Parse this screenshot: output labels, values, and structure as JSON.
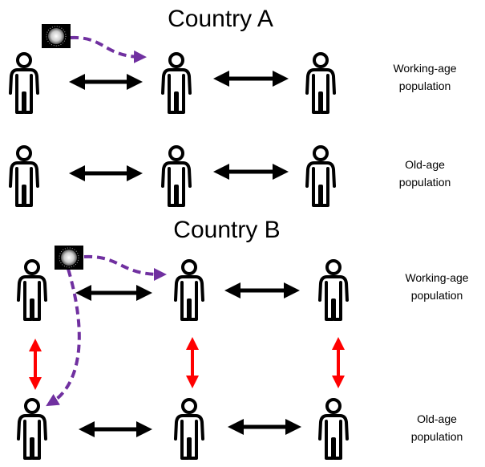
{
  "countries": [
    {
      "title": "Country A",
      "rows": [
        "Working-age population",
        "Old-age population"
      ]
    },
    {
      "title": "Country B",
      "rows": [
        "Working-age population",
        "Old-age population"
      ]
    }
  ],
  "labels": {
    "a_work_1": "Working-age",
    "a_work_2": "population",
    "a_old_1": "Old-age",
    "a_old_2": "population",
    "b_work_1": "Working-age",
    "b_work_2": "population",
    "b_old_1": "Old-age",
    "b_old_2": "population"
  },
  "colors": {
    "contact": "#000000",
    "intergenerational": "#ff0000",
    "infection": "#7030a0"
  },
  "icons": [
    "person-icon",
    "virus-icon"
  ]
}
